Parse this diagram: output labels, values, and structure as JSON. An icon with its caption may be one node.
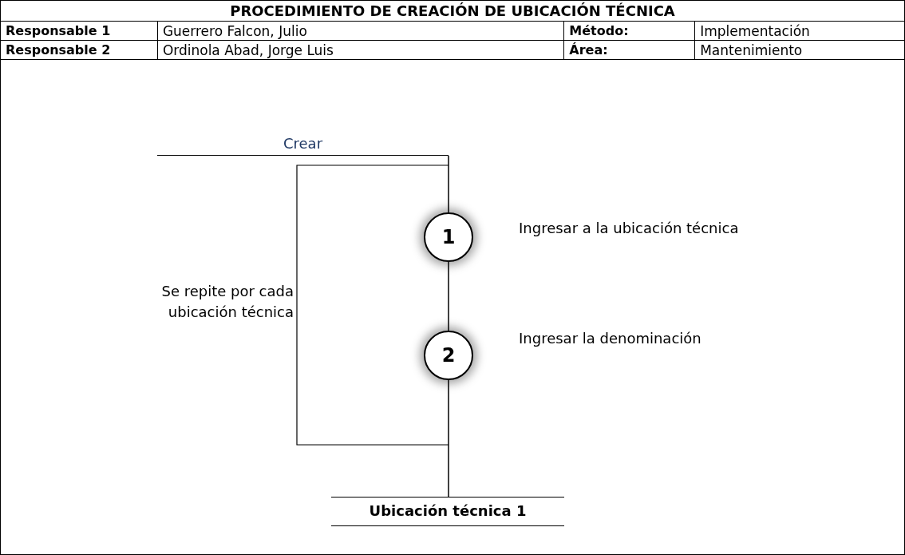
{
  "diagram": {
    "title": "PROCEDIMIENTO DE CREACIÓN DE UBICACIÓN TÉCNICA",
    "nodes": [
      {
        "text": [
          "Crear"
        ]
      },
      {
        "text": [
          "1"
        ],
        "beside": [
          "Ingresar a la ubicación técnica"
        ]
      },
      {
        "text": [
          "2"
        ],
        "beside": [
          "Ingresar la denominación"
        ]
      },
      {
        "text": [
          "Ubicación técnica 1"
        ]
      }
    ],
    "edges": [
      {
        "from": 0,
        "to": 1,
        "arrow": "none"
      },
      {
        "from": 1,
        "to": 2,
        "arrow": "none"
      },
      {
        "from": 2,
        "to": 3,
        "arrow": "none"
      }
    ],
    "labels": [
      "Responsable 1",
      "Guerrero Falcon, Julio",
      "Método:",
      "Implementación",
      "Responsable 2",
      "Ordinola Abad, Jorge Luis",
      "Área:",
      "Mantenimiento",
      "Se repite por cada ubicación técnica"
    ]
  }
}
